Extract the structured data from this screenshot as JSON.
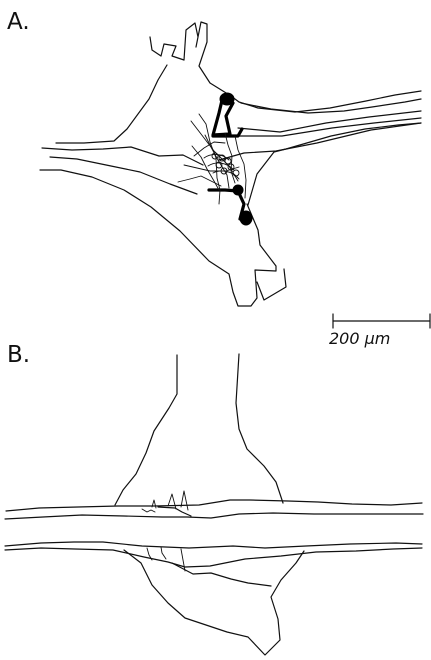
{
  "figure": {
    "panel_a_label": "A.",
    "panel_b_label": "B.",
    "scale_bar_label": "200 μm"
  }
}
